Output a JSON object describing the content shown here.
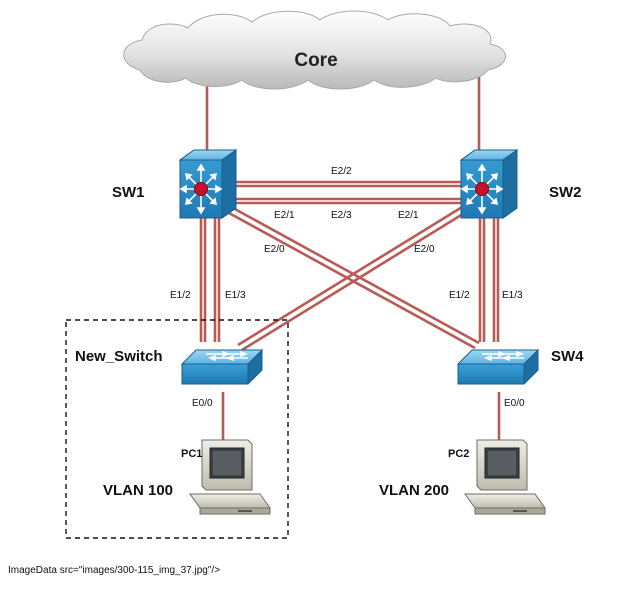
{
  "core": {
    "label": "Core"
  },
  "switches": {
    "sw1": {
      "label": "SW1"
    },
    "sw2": {
      "label": "SW2"
    },
    "new_switch": {
      "label": "New_Switch"
    },
    "sw4": {
      "label": "SW4"
    }
  },
  "pcs": {
    "pc1": {
      "label": "PC1",
      "vlan": "VLAN 100"
    },
    "pc2": {
      "label": "PC2",
      "vlan": "VLAN 200"
    }
  },
  "ports": {
    "sw1_sw2_top": "E2/2",
    "sw1_e21": "E2/1",
    "sw1_sw2_bottom": "E2/3",
    "sw2_e21": "E2/1",
    "sw1_e20": "E2/0",
    "sw2_e20": "E2/0",
    "sw1_e12": "E1/2",
    "sw1_e13": "E1/3",
    "sw2_e12": "E1/2",
    "sw2_e13": "E1/3",
    "new_switch_e00": "E0/0",
    "sw4_e00": "E0/0"
  },
  "footer": {
    "text": "ImageData src=\"images/300-115_img_37.jpg\"/>"
  },
  "colors": {
    "link": "#b85a55",
    "switch_front": "#2e8fc9",
    "switch_top": "#7cc4ea",
    "router_center": "#c8102e"
  }
}
